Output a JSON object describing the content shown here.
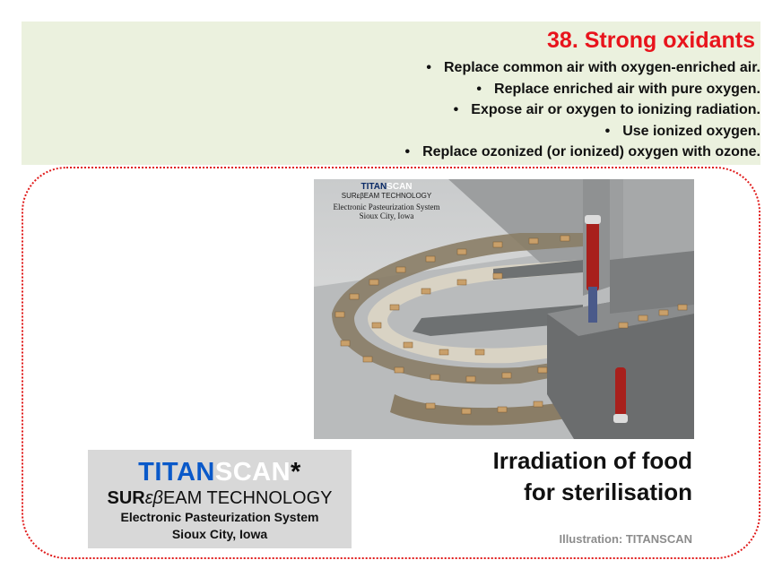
{
  "slide": {
    "title": "38. Strong oxidants",
    "bullets": [
      "Replace common air with oxygen-enriched air.",
      "Replace enriched air with pure oxygen.",
      "Expose air or oxygen to ionizing radiation.",
      "Use ionized oxygen.",
      "Replace ozonized (or ionized) oxygen with ozone."
    ],
    "bullet_symbol": "•"
  },
  "photo": {
    "brand_a": "TITAN",
    "brand_b": "SCAN",
    "technology": "SURεβEAM TECHNOLOGY",
    "line1": "Electronic Pasteurization System",
    "line2": "Sioux City, Iowa"
  },
  "logo": {
    "brand_a": "TITAN",
    "brand_b": "SCAN",
    "star": "*",
    "tech_a": "SUR",
    "tech_b": "εβ",
    "tech_c": "EAM TECHNOLOGY",
    "line1": "Electronic Pasteurization System",
    "line2": "Sioux City, Iowa"
  },
  "caption": {
    "line1": "Irradiation of food",
    "line2": "for sterilisation",
    "credit": "Illustration: TITANSCAN"
  },
  "colors": {
    "title_red": "#e8141c",
    "header_band": "#ebf1de",
    "logo_blue": "#0a59c9",
    "frame_red": "#e01b1b"
  }
}
